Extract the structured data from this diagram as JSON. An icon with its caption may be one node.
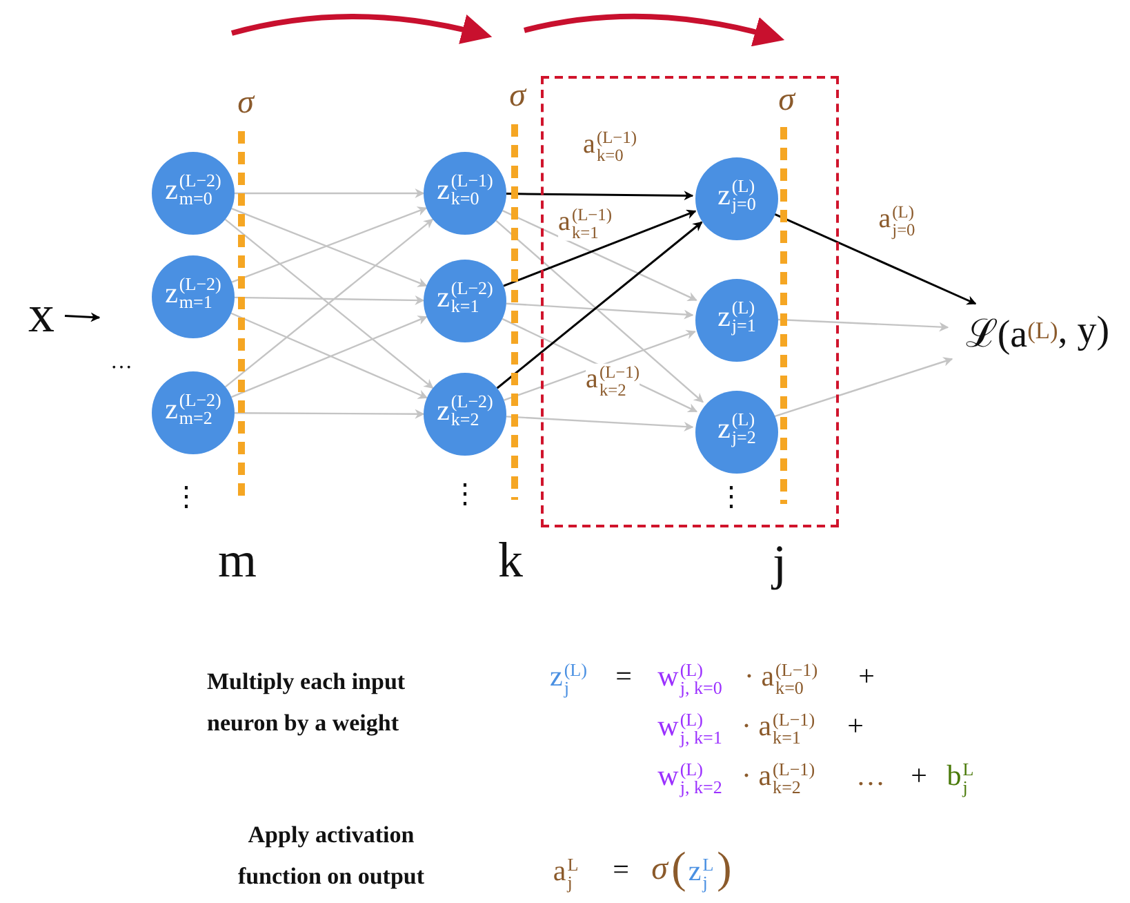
{
  "diagram": {
    "nodes": [
      {
        "text": [
          "x"
        ]
      },
      {
        "text": [
          "z$^{(L−2)}$$_{m=0}$"
        ]
      },
      {
        "text": [
          "z$^{(L−2)}$$_{m=1}$"
        ]
      },
      {
        "text": [
          "z$^{(L−2)}$$_{m=2}$"
        ]
      },
      {
        "text": [
          "z$^{(L−1)}$$_{k=0}$"
        ]
      },
      {
        "text": [
          "z$^{(L−2)}$$_{k=1}$"
        ]
      },
      {
        "text": [
          "z$^{(L−2)}$$_{k=2}$"
        ]
      },
      {
        "text": [],
        "shape": "box"
      },
      {
        "text": [
          "z$^{(L)}$$_{j=0}$"
        ],
        "in": 7
      },
      {
        "text": [
          "z$^{(L)}$$_{j=1}$"
        ],
        "in": 7
      },
      {
        "text": [
          "z$^{(L)}$$_{j=2}$"
        ],
        "in": 7
      },
      {
        "text": [
          "ℒ(a$^{(L)}$, y)"
        ]
      }
    ],
    "edges": [
      {
        "from": 1,
        "to": 4,
        "arrow": "to"
      },
      {
        "from": 1,
        "to": 5,
        "arrow": "to"
      },
      {
        "from": 1,
        "to": 6,
        "arrow": "to"
      },
      {
        "from": 2,
        "to": 4,
        "arrow": "to"
      },
      {
        "from": 2,
        "to": 5,
        "arrow": "to"
      },
      {
        "from": 2,
        "to": 6,
        "arrow": "to"
      },
      {
        "from": 3,
        "to": 4,
        "arrow": "to"
      },
      {
        "from": 3,
        "to": 5,
        "arrow": "to"
      },
      {
        "from": 3,
        "to": 6,
        "arrow": "to"
      },
      {
        "from": 4,
        "to": 8,
        "arrow": "to",
        "label": "a$^{(L−1)}$$_{k=0}$",
        "color": "#000000"
      },
      {
        "from": 4,
        "to": 9,
        "arrow": "to"
      },
      {
        "from": 4,
        "to": 10,
        "arrow": "to"
      },
      {
        "from": 5,
        "to": 8,
        "arrow": "to",
        "label": "a$^{(L−1)}$$_{k=1}$",
        "color": "#000000"
      },
      {
        "from": 5,
        "to": 9,
        "arrow": "to"
      },
      {
        "from": 5,
        "to": 10,
        "arrow": "to"
      },
      {
        "from": 6,
        "to": 8,
        "arrow": "to",
        "label": "a$^{(L−1)}$$_{k=2}$",
        "color": "#000000"
      },
      {
        "from": 6,
        "to": 9,
        "arrow": "to"
      },
      {
        "from": 6,
        "to": 10,
        "arrow": "to"
      },
      {
        "from": 8,
        "to": 11,
        "arrow": "to",
        "label": "a$^{(L)}$$_{j=0}$",
        "color": "#000000"
      },
      {
        "from": 9,
        "to": 11,
        "arrow": "to"
      },
      {
        "from": 10,
        "to": 11,
        "arrow": "to"
      },
      {
        "from": 0,
        "to": null,
        "arrow": "to",
        "color": "#000000"
      }
    ],
    "labels": [
      "σ",
      "σ",
      "σ",
      "…",
      "⋮",
      "⋮",
      "⋮",
      "m",
      "k",
      "j",
      "Multiply each input neuron by a weight",
      "z$^{(L)}$$_{j}$",
      "=",
      "w$^{(L)}$$_{j, k=0}$",
      "· a$^{(L−1)}$$_{k=0}$",
      "+",
      "w$^{(L)}$$_{j, k=1}$",
      "· a$^{(L−1)}$$_{k=1}$",
      "+",
      "w$^{(L)}$$_{j, k=2}$",
      "· a$^{(L−1)}$$_{k=2}$",
      "…",
      "+",
      "b$^{L}$$_{j}$",
      "Apply activation function on output",
      "a$^{L}$$_{j}$",
      "=",
      "σ",
      "(",
      "z$^{L}$$_{j}$",
      ")"
    ]
  }
}
